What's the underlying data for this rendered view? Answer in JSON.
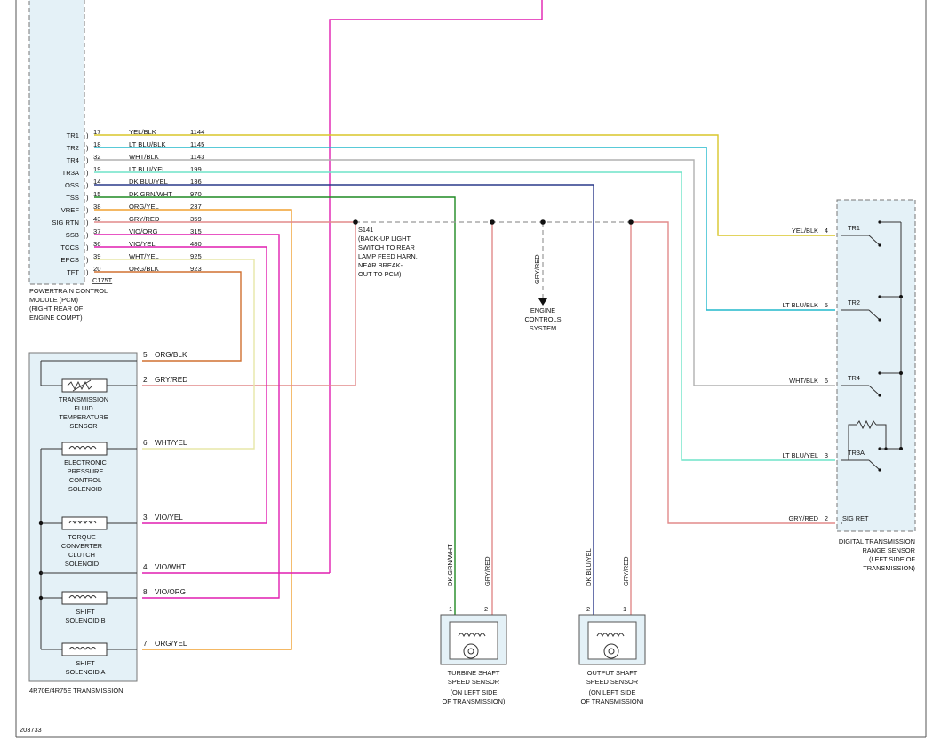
{
  "diagram_id": "203733",
  "pcm": {
    "name_lines": [
      "POWERTRAIN CONTROL",
      "MODULE (PCM)",
      "(RIGHT REAR OF",
      "ENGINE COMPT)"
    ],
    "connector": "C175T",
    "pins": [
      {
        "sig": "TR1",
        "pin": "17",
        "color": "YEL/BLK",
        "circuit": "1144",
        "hex": "#d9c62a"
      },
      {
        "sig": "TR2",
        "pin": "18",
        "color": "LT BLU/BLK",
        "circuit": "1145",
        "hex": "#22b8cc"
      },
      {
        "sig": "TR4",
        "pin": "32",
        "color": "WHT/BLK",
        "circuit": "1143",
        "hex": "#b0b0b0"
      },
      {
        "sig": "TR3A",
        "pin": "19",
        "color": "LT BLU/YEL",
        "circuit": "199",
        "hex": "#6ee3c8"
      },
      {
        "sig": "OSS",
        "pin": "14",
        "color": "DK BLU/YEL",
        "circuit": "136",
        "hex": "#2a3a8a"
      },
      {
        "sig": "TSS",
        "pin": "15",
        "color": "DK GRN/WHT",
        "circuit": "970",
        "hex": "#1f8a22"
      },
      {
        "sig": "VREF",
        "pin": "38",
        "color": "ORG/YEL",
        "circuit": "237",
        "hex": "#f0a030"
      },
      {
        "sig": "SIG RTN",
        "pin": "43",
        "color": "GRY/RED",
        "circuit": "359",
        "hex": "#e28a8a"
      },
      {
        "sig": "SSB",
        "pin": "37",
        "color": "VIO/ORG",
        "circuit": "315",
        "hex": "#e01fb0"
      },
      {
        "sig": "TCCS",
        "pin": "36",
        "color": "VIO/YEL",
        "circuit": "480",
        "hex": "#e01fb0"
      },
      {
        "sig": "EPCS",
        "pin": "39",
        "color": "WHT/YEL",
        "circuit": "925",
        "hex": "#e7e7a8"
      },
      {
        "sig": "TFT",
        "pin": "20",
        "color": "ORG/BLK",
        "circuit": "923",
        "hex": "#d07030"
      }
    ]
  },
  "splice": {
    "name": "S141",
    "desc_lines": [
      "(BACK-UP LIGHT",
      "SWITCH TO REAR",
      "LAMP FEED HARN,",
      "NEAR BREAK-",
      "OUT TO PCM)"
    ]
  },
  "engine_controls": {
    "wire": "GRY/RED",
    "lines": [
      "ENGINE",
      "CONTROLS",
      "SYSTEM"
    ]
  },
  "transmission": {
    "name": "4R70E/4R75E TRANSMISSION",
    "pins": [
      {
        "pin": "5",
        "color": "ORG/BLK"
      },
      {
        "pin": "2",
        "color": "GRY/RED"
      },
      {
        "pin": "6",
        "color": "WHT/YEL"
      },
      {
        "pin": "3",
        "color": "VIO/YEL"
      },
      {
        "pin": "4",
        "color": "VIO/WHT"
      },
      {
        "pin": "8",
        "color": "VIO/ORG"
      },
      {
        "pin": "7",
        "color": "ORG/YEL"
      }
    ],
    "components": [
      {
        "lines": [
          "TRANSMISSION",
          "FLUID",
          "TEMPERATURE",
          "SENSOR"
        ]
      },
      {
        "lines": [
          "ELECTRONIC",
          "PRESSURE",
          "CONTROL",
          "SOLENOID"
        ]
      },
      {
        "lines": [
          "TORQUE",
          "CONVERTER",
          "CLUTCH",
          "SOLENOID"
        ]
      },
      {
        "lines": [
          "SHIFT",
          "SOLENOID B"
        ]
      },
      {
        "lines": [
          "SHIFT",
          "SOLENOID A"
        ]
      }
    ]
  },
  "tss": {
    "lines": [
      "TURBINE SHAFT",
      "SPEED SENSOR",
      "(ON LEFT SIDE",
      "OF TRANSMISSION)"
    ],
    "wire1": "DK GRN/WHT",
    "wire2": "GRY/RED",
    "pin1": "1",
    "pin2": "2"
  },
  "oss": {
    "lines": [
      "OUTPUT SHAFT",
      "SPEED SENSOR",
      "(ON LEFT SIDE",
      "OF TRANSMISSION)"
    ],
    "wire1": "DK BLU/YEL",
    "wire2": "GRY/RED",
    "pin1": "2",
    "pin2": "1"
  },
  "dtr": {
    "lines": [
      "DIGITAL TRANSMISSION",
      "RANGE SENSOR",
      "(LEFT SIDE OF",
      "TRANSMISSION)"
    ],
    "pins": [
      {
        "color": "YEL/BLK",
        "pin": "4",
        "switch": "TR1"
      },
      {
        "color": "LT BLU/BLK",
        "pin": "5",
        "switch": "TR2"
      },
      {
        "color": "WHT/BLK",
        "pin": "6",
        "switch": "TR4"
      },
      {
        "color": "LT BLU/YEL",
        "pin": "3",
        "switch": "TR3A"
      },
      {
        "color": "GRY/RED",
        "pin": "2",
        "switch": "SIG RET"
      }
    ]
  }
}
